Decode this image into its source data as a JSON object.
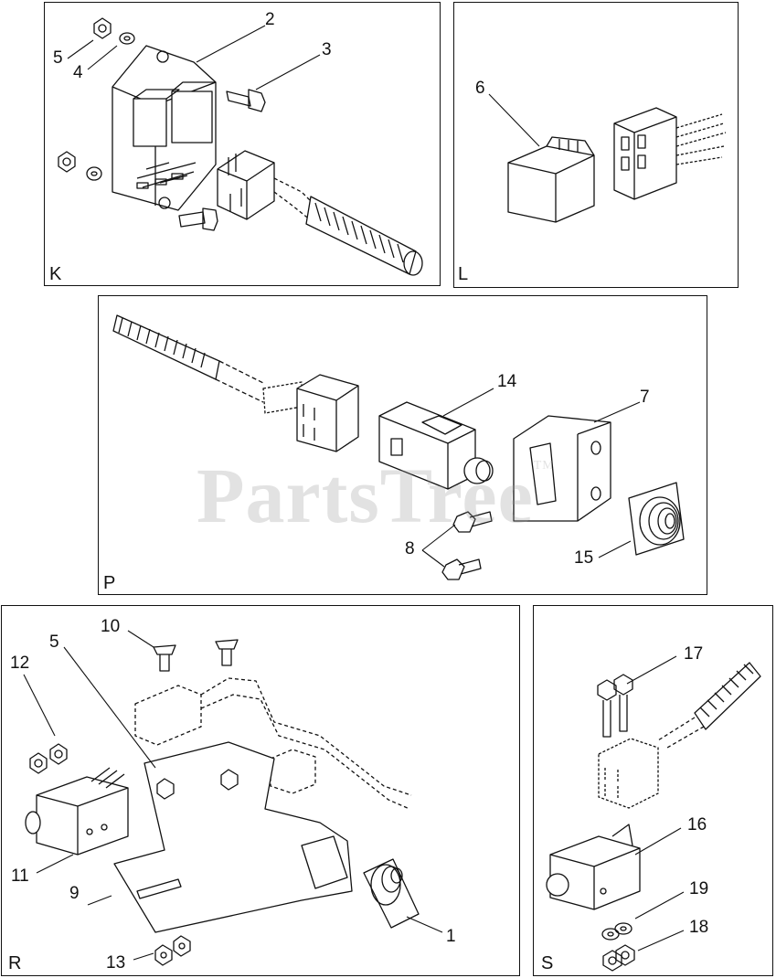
{
  "watermark": {
    "text": "PartsTree",
    "mark": "TM"
  },
  "panels": {
    "K": {
      "letter": "K",
      "callouts": [
        "2",
        "3",
        "4",
        "5"
      ]
    },
    "L": {
      "letter": "L",
      "callouts": [
        "6"
      ]
    },
    "P": {
      "letter": "P",
      "callouts": [
        "14",
        "7",
        "8",
        "15"
      ]
    },
    "R": {
      "letter": "R",
      "callouts": [
        "10",
        "5",
        "12",
        "11",
        "9",
        "13",
        "1"
      ]
    },
    "S": {
      "letter": "S",
      "callouts": [
        "17",
        "16",
        "19",
        "18"
      ]
    }
  }
}
